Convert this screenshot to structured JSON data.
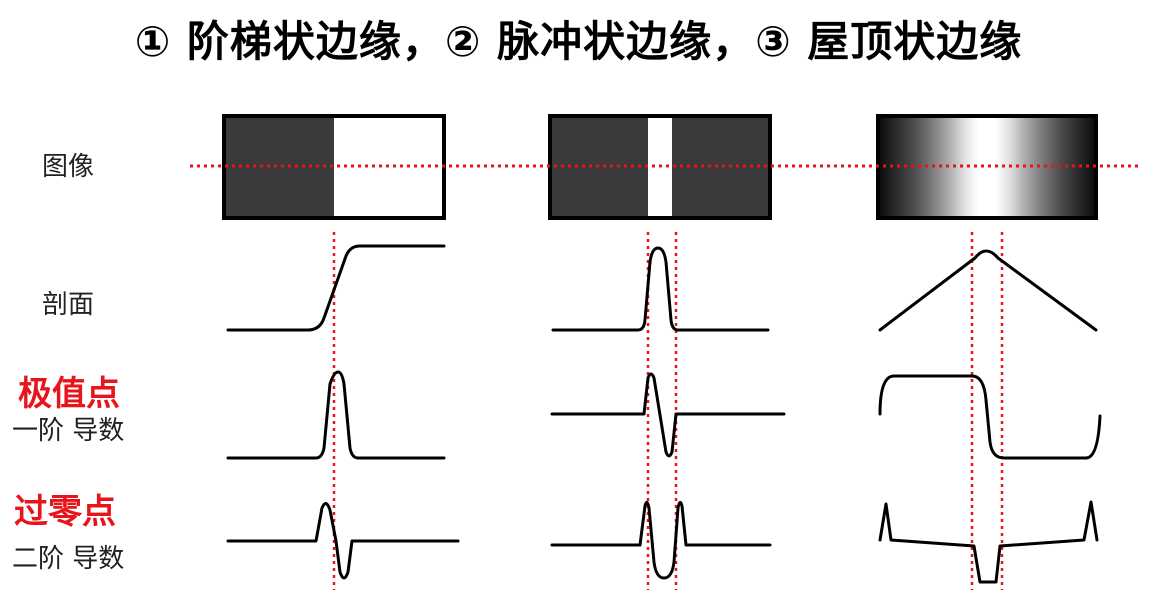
{
  "title": "① 阶梯状边缘，② 脉冲状边缘，③ 屋顶状边缘",
  "rows": {
    "image": "图像",
    "profile": "剖面",
    "first_derivative": "一阶 导数",
    "second_derivative": "二阶 导数"
  },
  "annotations": {
    "extremum": "极值点",
    "zero_crossing": "过零点"
  },
  "colors": {
    "curve": "#000000",
    "guide": "#e8141b",
    "annotation": "#e8141b",
    "dark": "#3a3a3a"
  },
  "edge_types": [
    "step-edge",
    "pulse-edge",
    "roof-edge"
  ]
}
